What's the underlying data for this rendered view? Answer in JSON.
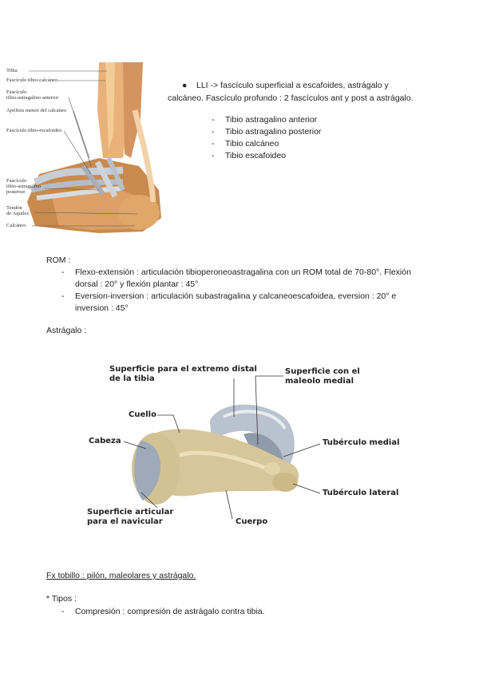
{
  "figure1": {
    "labels": [
      "Tibia",
      "Fascículo tibio-calcáneo",
      "Fascículo",
      "tibio-astragalino anterior",
      "Apófisis menor del calcáneo",
      "Fascículo tibio-escafoideo",
      "Fascículo",
      "tibio-astragalino",
      "posterior",
      "Tendón",
      "de Aquiles",
      "Calcáneo"
    ]
  },
  "lli": {
    "bullet": "●",
    "line1": "LLI -> fascículo superficial a escafoides, astrágalo y",
    "line2": "calcáneo. Fascículo profundo : 2 fascículos ant y post a astrágalo.",
    "items": [
      "Tibio astragalino anterior",
      "Tibio astragalino posterior",
      "Tibio calcáneo",
      "Tibio escafoideo"
    ]
  },
  "rom": {
    "heading": "ROM :",
    "item1_line1": "Flexo-extensión : articulación tibioperoneoastragalina con un ROM total de 70-80°. Flexión",
    "item1_line2": "dorsal : 20° y flexión plantar : 45°",
    "item2_line1": "Eversion-inversion : articulación subastragalina y calcaneoescafoidea, eversion : 20° e",
    "item2_line2": "inversion : 45°"
  },
  "astragalo": {
    "heading": "Astrágalo :",
    "labels": {
      "sup_tibia_1": "Superficie para el extremo distal",
      "sup_tibia_2": "de la tibia",
      "sup_maleolo_1": "Superficie con el",
      "sup_maleolo_2": "maleolo medial",
      "cuello": "Cuello",
      "cabeza": "Cabeza",
      "tub_medial": "Tubérculo medial",
      "tub_lateral": "Tubérculo lateral",
      "sup_navicular_1": "Superficie articular",
      "sup_navicular_2": "para el navicular",
      "cuerpo": "Cuerpo"
    }
  },
  "fx": {
    "heading": "Fx tobillo : pilón, maleolares y astrágalo.",
    "tipos": "* Tipos :",
    "item1": "Compresión : compresión de astrágalo contra tibia."
  },
  "dash": "-"
}
